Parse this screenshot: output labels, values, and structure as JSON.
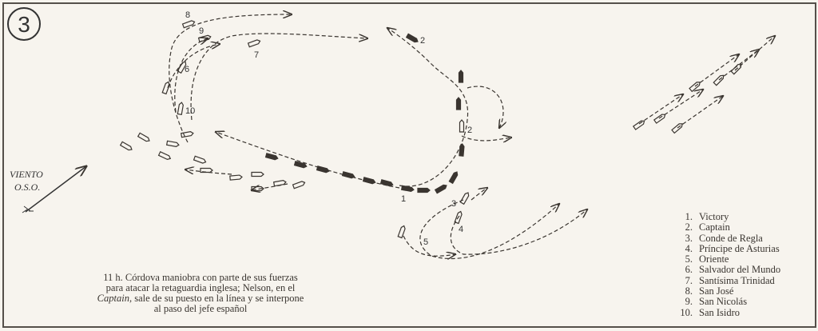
{
  "plate_number": "3",
  "wind": {
    "label": "VIENTO",
    "direction": "O.S.O."
  },
  "caption": {
    "line1": "11 h.  Córdova maniobra con parte de sus fuerzas",
    "line2": "para atacar la retaguardia inglesa; Nelson, en el",
    "line3_italic": "Captain",
    "line3_rest": ", sale de su puesto en la línea y se interpone",
    "line4": "al paso del jefe español"
  },
  "legend": [
    {
      "n": "1.",
      "name": "Victory"
    },
    {
      "n": "2.",
      "name": "Captain"
    },
    {
      "n": "3.",
      "name": "Conde de Regla"
    },
    {
      "n": "4.",
      "name": "Príncipe de Asturias"
    },
    {
      "n": "5.",
      "name": "Oriente"
    },
    {
      "n": "6.",
      "name": "Salvador del Mundo"
    },
    {
      "n": "7.",
      "name": "Santísima Trinidad"
    },
    {
      "n": "8.",
      "name": "San José"
    },
    {
      "n": "9.",
      "name": "San Nicolás"
    },
    {
      "n": "10.",
      "name": "San Isidro"
    }
  ],
  "ship_labels": {
    "s1": "1",
    "s2a": "2",
    "s2b": "2",
    "s3": "3",
    "s4": "4",
    "s5": "5",
    "s6": "6",
    "s7": "7",
    "s8": "8",
    "s9": "9",
    "s10": "10"
  },
  "colors": {
    "ink": "#3a3530",
    "paper": "#f7f4ee"
  }
}
